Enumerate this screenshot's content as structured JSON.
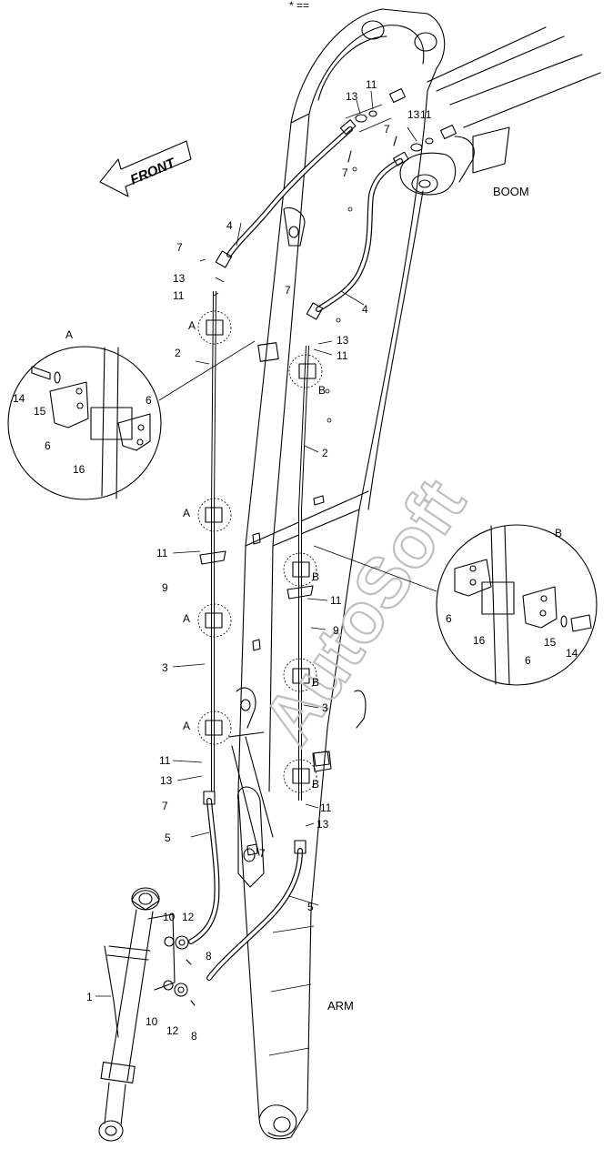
{
  "header": {
    "mark": "* =="
  },
  "direction": {
    "front_label": "FRONT"
  },
  "assembly": {
    "boom_label": "BOOM",
    "arm_label": "ARM"
  },
  "watermark": {
    "text": "AutoSoft",
    "color": "#bfbfbf"
  },
  "detail_a": {
    "title": "A",
    "callouts": {
      "bolt": "14",
      "washer": "15",
      "clamp_left": "6",
      "clamp_right": "6",
      "cushion": "16"
    }
  },
  "detail_b": {
    "title": "B",
    "callouts": {
      "clamp_left": "6",
      "cushion": "16",
      "clamp_right": "6",
      "washer": "15",
      "bolt": "14"
    }
  },
  "callouts": {
    "top_13": "13",
    "top_11_a": "11",
    "top_11_b": "11",
    "top_13_b": "13",
    "top_7_a": "7",
    "top_7_b": "7",
    "hose_4_left": "4",
    "left_7_a": "7",
    "left_13_a": "13",
    "left_11_a": "11",
    "ref_a_1": "A",
    "hose_4_right": "4",
    "right_7_a": "7",
    "right_13_a": "13",
    "right_11_a": "11",
    "ref_b_1": "B",
    "pipe_2_left": "2",
    "pipe_2_right": "2",
    "ref_a_2": "A",
    "left_11_b": "11",
    "left_9": "9",
    "ref_b_2": "B",
    "right_11_b": "11",
    "right_9": "9",
    "ref_a_3": "A",
    "pipe_3_left": "3",
    "ref_b_3": "B",
    "pipe_3_right": "3",
    "ref_a_4": "A",
    "left_11_c": "11",
    "left_13_c": "13",
    "left_7_c": "7",
    "ref_b_4": "B",
    "right_11_c": "11",
    "right_13_c": "13",
    "right_7_c": "7",
    "hose_5_left": "5",
    "hose_5_right": "5",
    "cyl_10_a": "10",
    "cyl_12_a": "12",
    "cyl_8_a": "8",
    "cylinder_1": "1",
    "cyl_10_b": "10",
    "cyl_12_b": "12",
    "cyl_8_b": "8"
  }
}
